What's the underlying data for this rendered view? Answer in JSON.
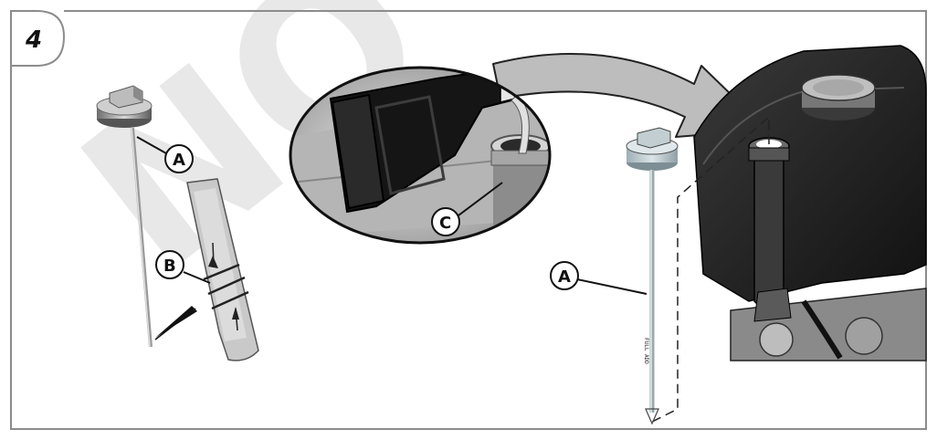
{
  "figure": {
    "step_number": "4",
    "watermark": "NO",
    "callouts": {
      "a_left": "A",
      "b": "B",
      "c": "C",
      "a_right": "A"
    },
    "dipstick_marking": "FULL ADD",
    "colors": {
      "frame": "#8c8c8c",
      "engine": "#1c1c1c",
      "arrow": "#bdbdbd",
      "cap": "#b8c7cc"
    }
  }
}
